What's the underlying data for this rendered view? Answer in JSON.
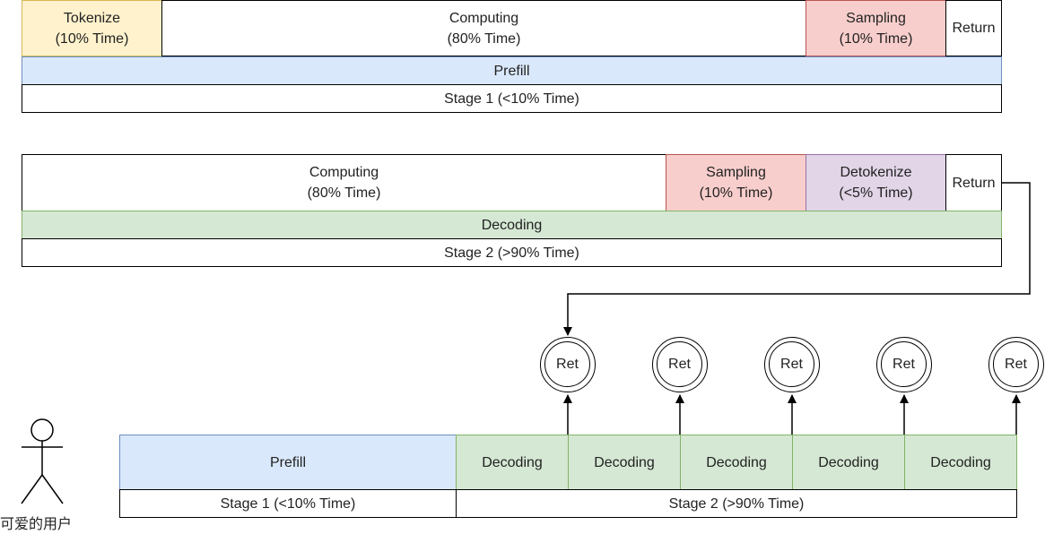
{
  "top": {
    "tokenize": [
      "Tokenize",
      "(10% Time)"
    ],
    "computing": [
      "Computing",
      "(80% Time)"
    ],
    "sampling": [
      "Sampling",
      "(10% Time)"
    ],
    "return": "Return",
    "phase": "Prefill",
    "stage": "Stage 1 (<10% Time)"
  },
  "middle": {
    "computing": [
      "Computing",
      "(80% Time)"
    ],
    "sampling": [
      "Sampling",
      "(10% Time)"
    ],
    "detokenize": [
      "Detokenize",
      "(<5% Time)"
    ],
    "return": "Return",
    "phase": "Decoding",
    "stage": "Stage 2 (>90% Time)"
  },
  "timeline": {
    "prefill": "Prefill",
    "decoding": [
      "Decoding",
      "Decoding",
      "Decoding",
      "Decoding",
      "Decoding"
    ],
    "ret": [
      "Ret",
      "Ret",
      "Ret",
      "Ret",
      "Ret"
    ],
    "stage1": "Stage 1 (<10% Time)",
    "stage2": "Stage 2 (>90% Time)",
    "user_label": "可爱的用户"
  }
}
